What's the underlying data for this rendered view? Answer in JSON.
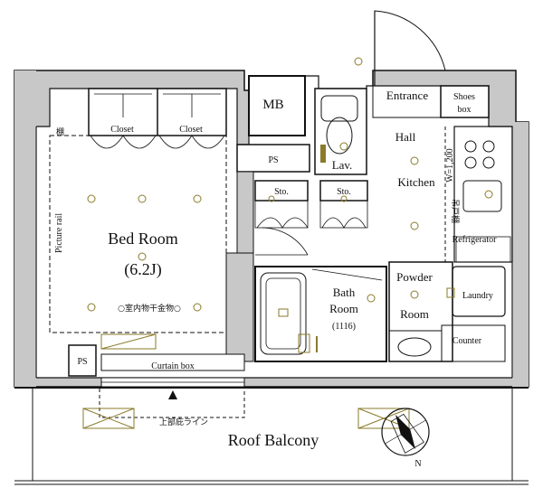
{
  "rooms": {
    "mb": "MB",
    "entrance": "Entrance",
    "shoes_box_line1": "Shoes",
    "shoes_box_line2": "box",
    "closet_left": "Closet",
    "closet_right": "Closet",
    "ps_top": "PS",
    "lav": "Lav.",
    "hall": "Hall",
    "kitchen": "Kitchen",
    "sto_left": "Sto.",
    "sto_right": "Sto.",
    "bed_room": "Bed Room",
    "bed_room_size": "(6.2J)",
    "refrigerator": "Refrigerator",
    "bath_room_line1": "Bath",
    "bath_room_line2": "Room",
    "bath_room_size": "(1116)",
    "powder_room_line1": "Powder",
    "powder_room_line2": "Room",
    "laundry": "Laundry",
    "counter": "Counter",
    "ps_bottom": "PS",
    "curtain_box": "Curtain box",
    "roof_balcony": "Roof Balcony"
  },
  "annotations": {
    "picture_rail": "Picture rail",
    "width_note": "W=1,200",
    "indoor_drying": "○室内物干金物○",
    "upper_eave_line": "上部庇ライン",
    "shelf_top_left": "棚",
    "hanging_cabinet": "吊戸棚",
    "compass_north": "N"
  },
  "colors": {
    "wall_fill": "#c8c8c8",
    "line": "#111111",
    "fixture": "#8a7a2a"
  }
}
